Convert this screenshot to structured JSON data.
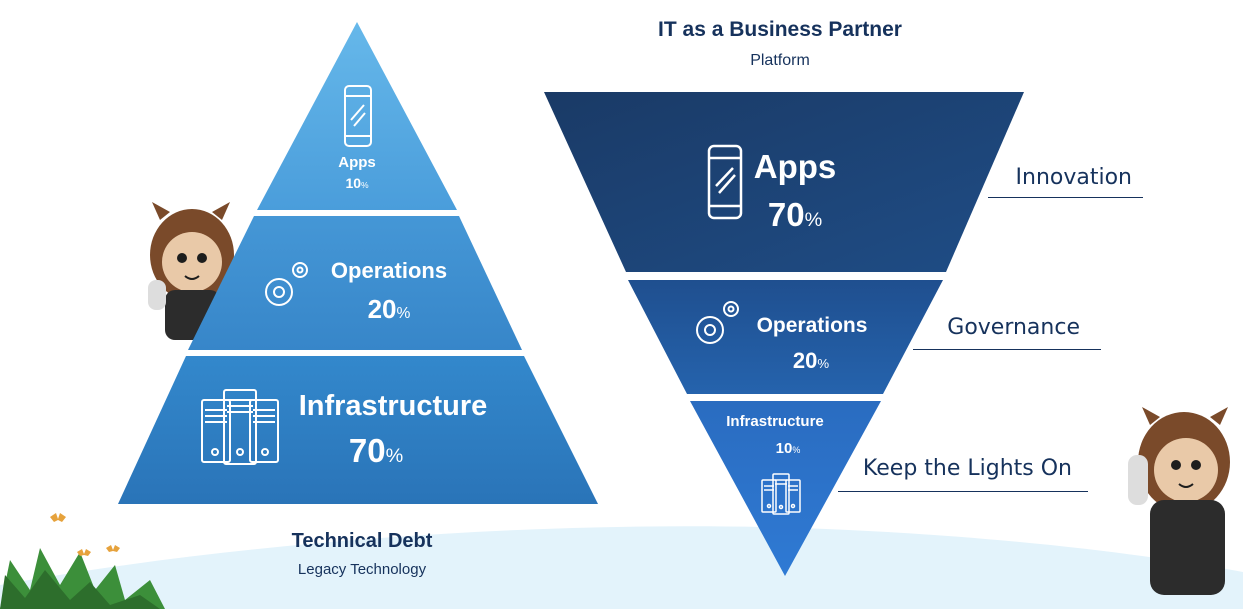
{
  "left_pyramid": {
    "apps": {
      "label": "Apps",
      "value": "10",
      "unit": "%"
    },
    "operations": {
      "label": "Operations",
      "value": "20",
      "unit": "%"
    },
    "infrastructure": {
      "label": "Infrastructure",
      "value": "70",
      "unit": "%"
    },
    "caption_title": "Technical Debt",
    "caption_subtitle": "Legacy Technology"
  },
  "right_pyramid": {
    "title": "IT as a Business Partner",
    "subtitle": "Platform",
    "apps": {
      "label": "Apps",
      "value": "70",
      "unit": "%"
    },
    "operations": {
      "label": "Operations",
      "value": "20",
      "unit": "%"
    },
    "infrastructure": {
      "label": "Infrastructure",
      "value": "10",
      "unit": "%"
    },
    "side_labels": [
      "Innovation",
      "Governance",
      "Keep the Lights On"
    ]
  },
  "colors": {
    "left_top": "#5aaee3",
    "left_mid": "#3f8fd0",
    "left_bottom": "#2e7dc4",
    "right_top": "#1b3f6d",
    "right_mid": "#22579d",
    "right_bottom": "#2c73c9",
    "text_dark": "#16325c",
    "ground": "#e3f3fb"
  },
  "icons": [
    "phone-icon",
    "gears-icon",
    "servers-icon",
    "mascot",
    "butterfly-icon",
    "plant"
  ]
}
